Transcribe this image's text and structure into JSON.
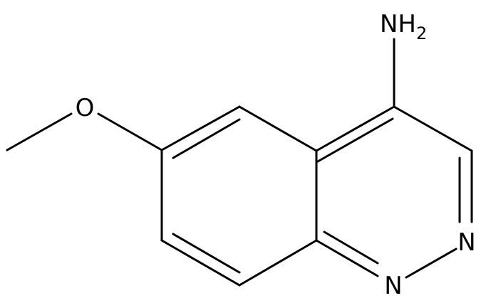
{
  "molecule": {
    "labels": {
      "amine_main": "NH",
      "amine_sub": "2",
      "oxygen": "O",
      "n_upper": "N",
      "n_lower": "N"
    }
  }
}
